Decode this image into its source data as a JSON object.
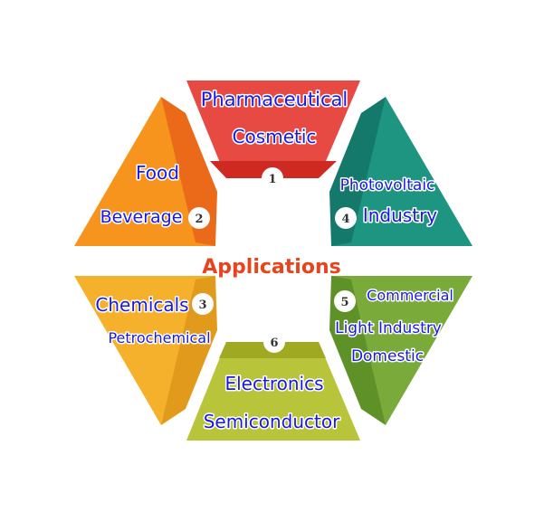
{
  "center_title": "Applications",
  "center_title_color": "#e8431c",
  "label_color": "#1a1ad8",
  "segments": [
    {
      "number": "1",
      "color": "#e64a43",
      "edge_color": "#cf2a22",
      "labels": [
        "Pharmaceutical",
        "Cosmetic"
      ]
    },
    {
      "number": "2",
      "color": "#f7941d",
      "edge_color": "#ea6a1a",
      "labels": [
        "Food",
        "Beverage"
      ]
    },
    {
      "number": "3",
      "color": "#f5b12c",
      "edge_color": "#e29a1c",
      "labels": [
        "Chemicals",
        "Petrochemical"
      ]
    },
    {
      "number": "4",
      "color": "#1e9581",
      "edge_color": "#14786a",
      "labels": [
        "Photovoltaic",
        "Industry"
      ]
    },
    {
      "number": "5",
      "color": "#7aab3a",
      "edge_color": "#5e9128",
      "labels": [
        "Commercial",
        "Light Industry",
        "Domestic"
      ]
    },
    {
      "number": "6",
      "color": "#b8c43a",
      "edge_color": "#9faa22",
      "labels": [
        "Electronics",
        "Semiconductor"
      ]
    }
  ]
}
